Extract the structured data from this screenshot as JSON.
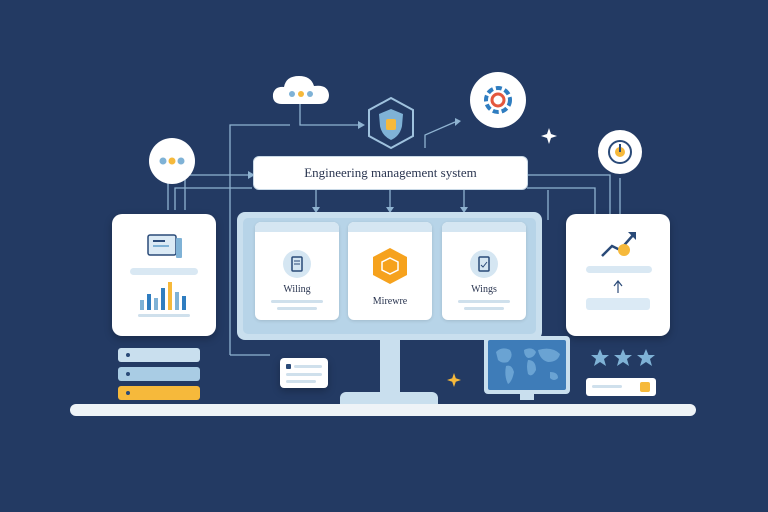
{
  "header": {
    "title": "Engineering management system"
  },
  "modules": [
    {
      "label": "Wiling",
      "icon": "document-icon"
    },
    {
      "label": "Mirewre",
      "icon": "hexagon-icon"
    },
    {
      "label": "Wings",
      "icon": "clipboard-icon"
    }
  ],
  "colors": {
    "background": "#233a63",
    "accent_yellow": "#f6b93b",
    "accent_blue": "#7fb2d6",
    "screen_frame": "#c9dfee"
  },
  "icons": {
    "cloud": "cloud-icon",
    "shield": "shield-icon",
    "gear": "gear-icon",
    "clock": "clock-icon",
    "chat": "chat-bubble-icon",
    "chart": "bar-chart-icon",
    "trend": "trend-up-icon",
    "map": "world-map-icon",
    "stars": "star-icon",
    "lock": "lock-icon",
    "server": "server-stack-icon",
    "sparkle": "sparkle-icon"
  }
}
